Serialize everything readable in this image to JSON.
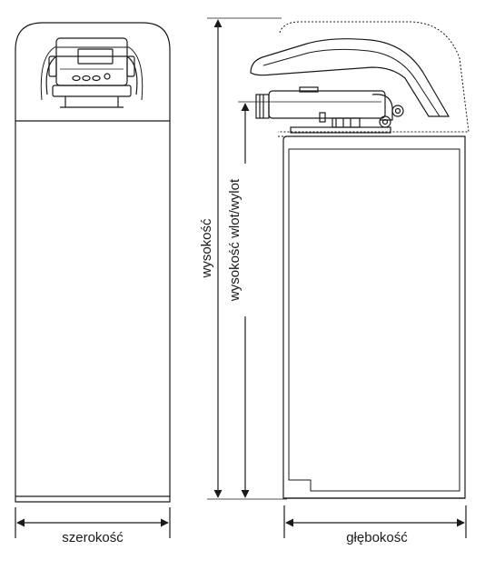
{
  "labels": {
    "width": "szerokość",
    "height": "wysokość",
    "inlet_outlet_height": "wysokość wlot/wylot",
    "depth": "głębokość"
  },
  "colors": {
    "line": "#1a1a1a",
    "background": "#ffffff"
  }
}
